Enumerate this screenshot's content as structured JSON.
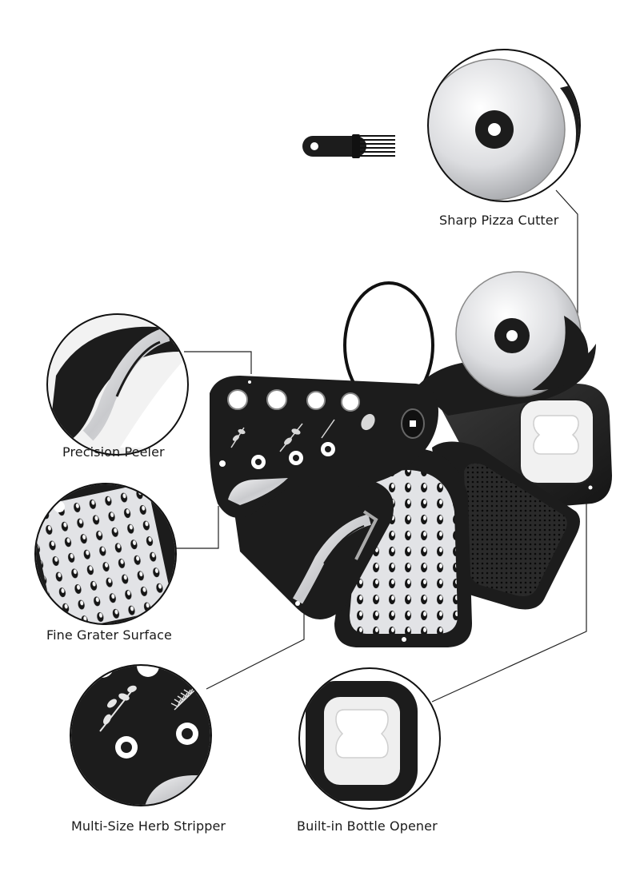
{
  "labels": {
    "pizza_cutter": "Sharp Pizza Cutter",
    "peeler": "Precision Peeler",
    "grater": "Fine Grater Surface",
    "herb_stripper": "Multi-Size Herb Stripper",
    "bottle_opener": "Built-in Bottle Opener"
  },
  "colors": {
    "background": "#ffffff",
    "body_black": "#1c1c1c",
    "steel": "#d9dadd",
    "leader_line": "#222222"
  },
  "icons": [
    "cleaning-brush-icon",
    "pizza-cutter-icon",
    "peeler-icon",
    "grater-icon",
    "zester-icon",
    "bottle-opener-icon",
    "key-ring-icon",
    "herb-icon"
  ]
}
